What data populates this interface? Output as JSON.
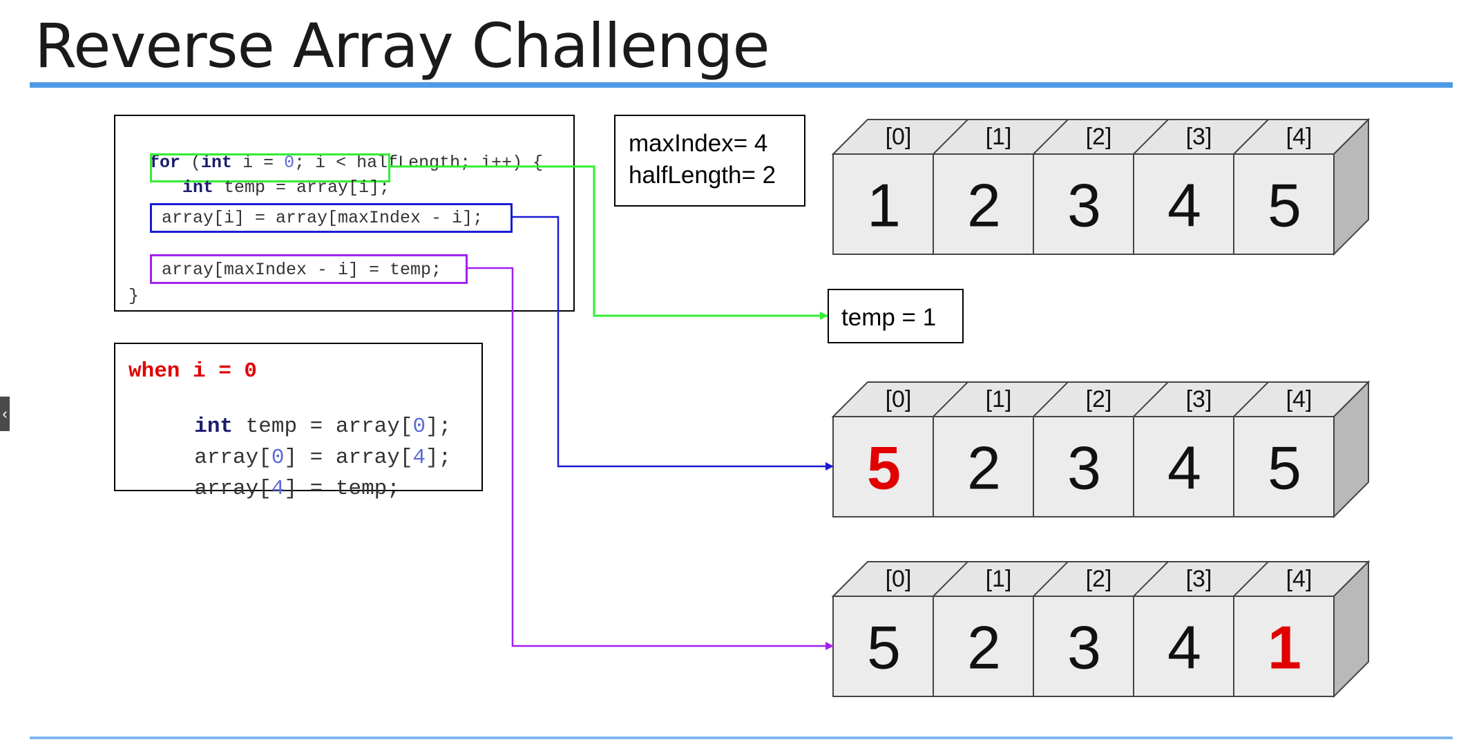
{
  "title": "Reverse Array Challenge",
  "code": {
    "line1": {
      "kw1": "for",
      "p1": " (",
      "kw2": "int",
      "p2": " i = ",
      "n1": "0",
      "p3": "; i < halfLength; i++) {"
    },
    "line2": {
      "kw": "int",
      "rest": " temp = array[i];"
    },
    "line3": "array[i] = array[maxIndex - i];",
    "line4": "array[maxIndex - i] = temp;",
    "line5": "}"
  },
  "walkthrough": {
    "heading": "when i = 0",
    "line1": {
      "kw": "int",
      "a": " temp = array[",
      "n": "0",
      "b": "];"
    },
    "line2": {
      "a": "array[",
      "n1": "0",
      "b": "] = array[",
      "n2": "4",
      "c": "];"
    },
    "line3": {
      "a": "array[",
      "n": "4",
      "b": "] = temp;"
    }
  },
  "info": {
    "maxIndex": "maxIndex= 4",
    "halfLength": "halfLength= 2"
  },
  "temp_label": "temp = 1",
  "index_labels": [
    "[0]",
    "[1]",
    "[2]",
    "[3]",
    "[4]"
  ],
  "arrays": [
    {
      "values": [
        "1",
        "2",
        "3",
        "4",
        "5"
      ],
      "highlight": -1
    },
    {
      "values": [
        "5",
        "2",
        "3",
        "4",
        "5"
      ],
      "highlight": 0
    },
    {
      "values": [
        "5",
        "2",
        "3",
        "4",
        "1"
      ],
      "highlight": 4
    }
  ],
  "colors": {
    "green": "#33ee33",
    "blue": "#1a1ad6",
    "purple": "#a020f0",
    "highlight": "#e00000",
    "accent": "#4f9be6"
  },
  "side_tab_glyph": "‹"
}
